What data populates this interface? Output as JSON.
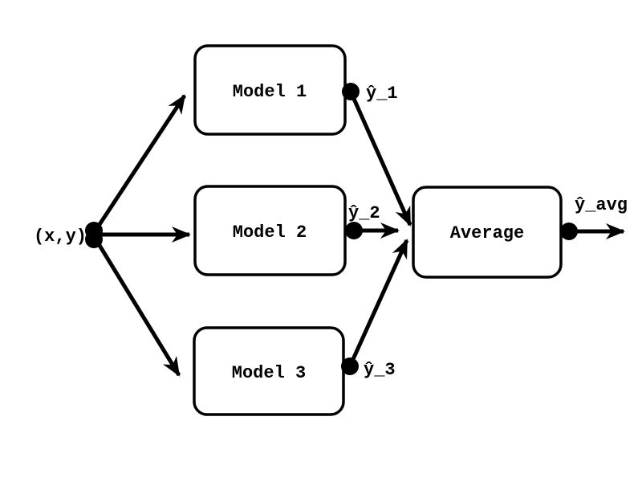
{
  "diagram": {
    "input_label": "(x,y)",
    "nodes": [
      {
        "id": "model-1",
        "label": "Model 1"
      },
      {
        "id": "model-2",
        "label": "Model 2"
      },
      {
        "id": "model-3",
        "label": "Model 3"
      },
      {
        "id": "average",
        "label": "Average"
      }
    ],
    "edge_labels": {
      "y1": "ŷ_1",
      "y2": "ŷ_2",
      "y3": "ŷ_3",
      "yavg": "ŷ_avg"
    },
    "colors": {
      "stroke": "#000000",
      "node_fill": "#ffffff",
      "background": "#ffffff"
    }
  }
}
